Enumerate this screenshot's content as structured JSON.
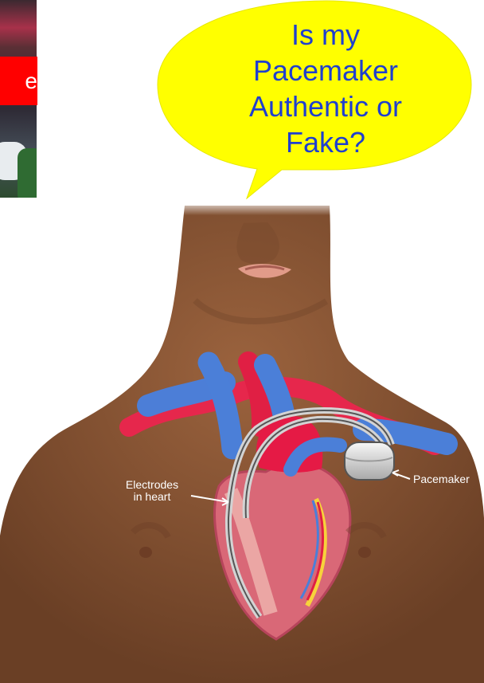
{
  "corner_label": {
    "text": "e"
  },
  "speech_bubble": {
    "lines": [
      "Is my",
      "Pacemaker",
      "Authentic or",
      "Fake?"
    ]
  },
  "labels": {
    "electrodes": [
      "Electrodes",
      "in heart"
    ],
    "pacemaker": "Pacemaker"
  },
  "colors": {
    "bubble_fill": "#ffff00",
    "bubble_text": "#1f3fcf",
    "skin": "#8a5735",
    "artery": "#d92040",
    "vein": "#4b7fd8",
    "device": "#d7d7d7",
    "corner_label_fill": "#ff0000"
  },
  "icons": {
    "corner_photo": "street-photo-fragment",
    "heart": "heart-diagram-icon",
    "pacemaker_device": "pacemaker-device-icon"
  }
}
